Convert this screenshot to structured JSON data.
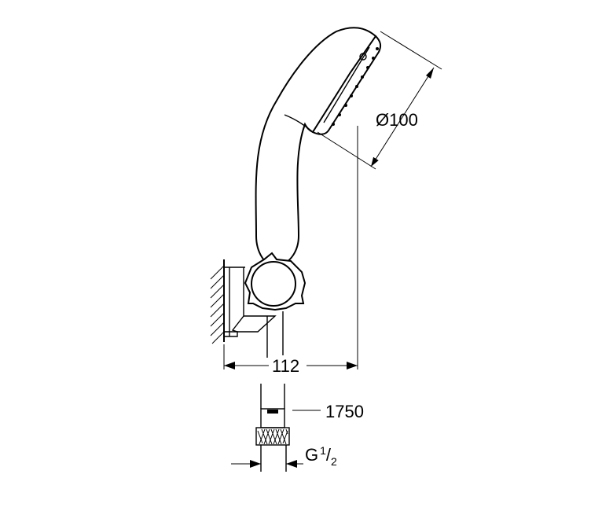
{
  "dimensions": {
    "diameter": "Ø100",
    "width": "112",
    "hose_length": "1750",
    "thread_main": "G",
    "thread_num": "1",
    "thread_den": "2"
  }
}
